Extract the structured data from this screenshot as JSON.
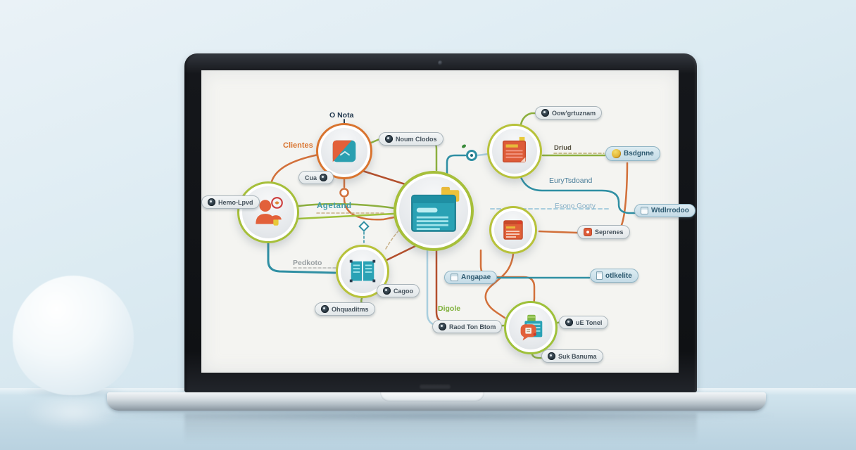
{
  "scene": {
    "description": "Laptop on a pale blue desk displaying a colorful mind-map diagram; white round vase at left",
    "screen_background": "#f4f4f1"
  },
  "palette": {
    "line_orange": "#d2703a",
    "line_dark_red": "#b34f2c",
    "line_teal": "#2f8fa3",
    "line_light_blue": "#a9cede",
    "line_green": "#8caf3e",
    "ring_orange": "#d9742f",
    "ring_yellow_green": "#aebd3a",
    "icon_teal": "#2aa2b5",
    "icon_orange": "#dd5b38",
    "icon_yellow": "#e8b93a",
    "desk_blue": "#c3d9e5"
  },
  "diagram": {
    "labels": {
      "nota": "O Nota",
      "clientes": "Clientes",
      "agetand": "Agetand",
      "pedkoto": "Pedkoto",
      "driud": "Driud",
      "eurytsdoand": "EuryTsdoand",
      "esono_gogty": "Esono Gogty",
      "digole": "Digole"
    },
    "pills": {
      "noum_clodos": "Noum Clodos",
      "cua": "Cua",
      "hemo_lpvd": "Hemo-Lpvd",
      "oow_grtuznam": "Oow'grtuznam",
      "bsdgnne": "Bsdgnne",
      "wtdlrrodoo": "Wtdlrrodoo",
      "seprenes": "Seprenes",
      "otlkelite": "otlkelite",
      "angapae": "Angapae",
      "raod_ton_btom": "Raod Ton Btom",
      "ue_tonel": "uE Tonel",
      "suk_banuma": "Suk Banuma",
      "cagoo": "Cagoo",
      "ohquaditms": "Ohquaditms"
    },
    "nodes": {
      "shield": "shield",
      "person": "person",
      "browser": "browser-window",
      "document_large": "document",
      "document_small": "document-small",
      "book": "open-book",
      "chat": "chat-bubble"
    }
  }
}
